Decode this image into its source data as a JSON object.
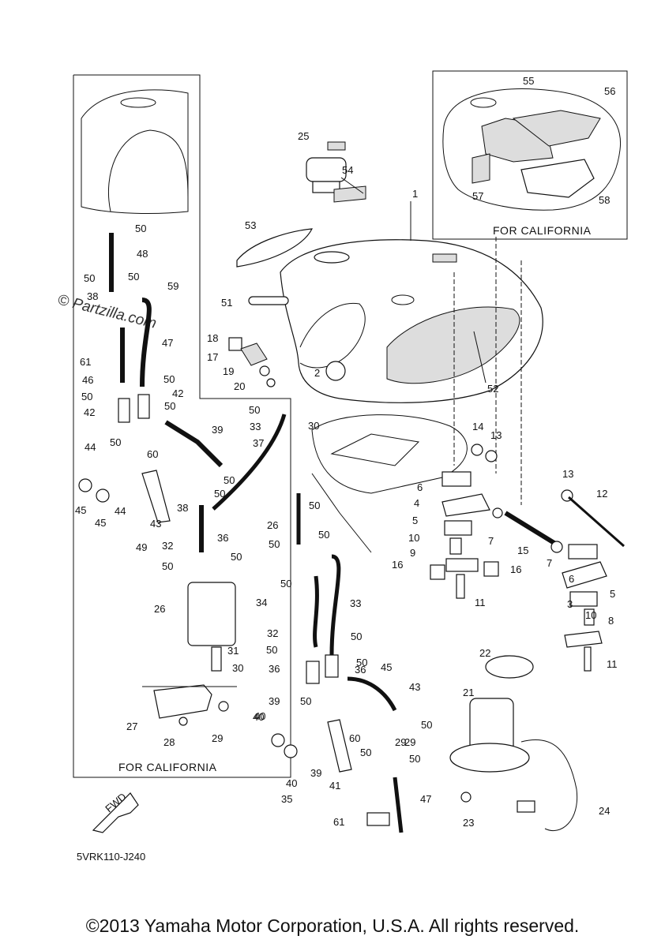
{
  "diagram_code": "5VRK110-J240",
  "copyright": "©2013 Yamaha Motor Corporation, U.S.A. All rights reserved.",
  "watermark": "© Partzilla.com",
  "fwd_label": "FWD",
  "california_boxes": [
    "FOR CALIFORNIA",
    "FOR CALIFORNIA"
  ],
  "part_labels": [
    "1",
    "2",
    "3",
    "4",
    "5",
    "5",
    "6",
    "6",
    "7",
    "7",
    "8",
    "9",
    "10",
    "10",
    "11",
    "11",
    "12",
    "13",
    "13",
    "14",
    "15",
    "16",
    "16",
    "17",
    "18",
    "19",
    "20",
    "21",
    "22",
    "23",
    "24",
    "25",
    "26",
    "26",
    "27",
    "28",
    "29",
    "29",
    "29",
    "30",
    "30",
    "31",
    "32",
    "32",
    "33",
    "33",
    "34",
    "35",
    "36",
    "36",
    "36",
    "37",
    "38",
    "38",
    "39",
    "39",
    "39",
    "40",
    "40",
    "40",
    "41",
    "42",
    "42",
    "43",
    "43",
    "44",
    "44",
    "45",
    "45",
    "45",
    "46",
    "47",
    "47",
    "48",
    "49",
    "50",
    "50",
    "50",
    "50",
    "50",
    "50",
    "50",
    "50",
    "50",
    "50",
    "50",
    "50",
    "50",
    "50",
    "50",
    "50",
    "50",
    "50",
    "50",
    "50",
    "50",
    "50",
    "50",
    "51",
    "52",
    "53",
    "54",
    "55",
    "56",
    "57",
    "58",
    "59",
    "60",
    "60",
    "61",
    "61"
  ]
}
